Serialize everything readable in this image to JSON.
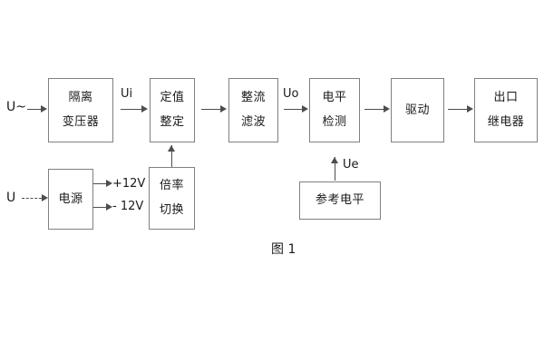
{
  "figure": {
    "caption": "图 1",
    "colors": {
      "block_border": "#808080",
      "line": "#4d4d4d",
      "text": "#1a1a1a",
      "background": "#ffffff"
    }
  },
  "blocks": {
    "isolation_transformer": {
      "line1": "隔离",
      "line2": "变压器"
    },
    "setting_value": {
      "line1": "定值",
      "line2": "整定"
    },
    "rectify_filter": {
      "line1": "整流",
      "line2": "滤波"
    },
    "level_detection": {
      "line1": "电平",
      "line2": "检测"
    },
    "drive": {
      "line1": "驱动"
    },
    "output_relay": {
      "line1": "出口",
      "line2": "继电器"
    },
    "power_supply": {
      "line1": "电源"
    },
    "multiplier_switch": {
      "line1": "倍率",
      "line2": "切换"
    },
    "reference_level": {
      "line1": "参考电平"
    }
  },
  "labels": {
    "input_ac": "U~",
    "input_dc": "U",
    "ui": "Ui",
    "uo": "Uo",
    "ue": "Ue",
    "supply_pos": "+12V",
    "supply_neg": "- 12V"
  }
}
